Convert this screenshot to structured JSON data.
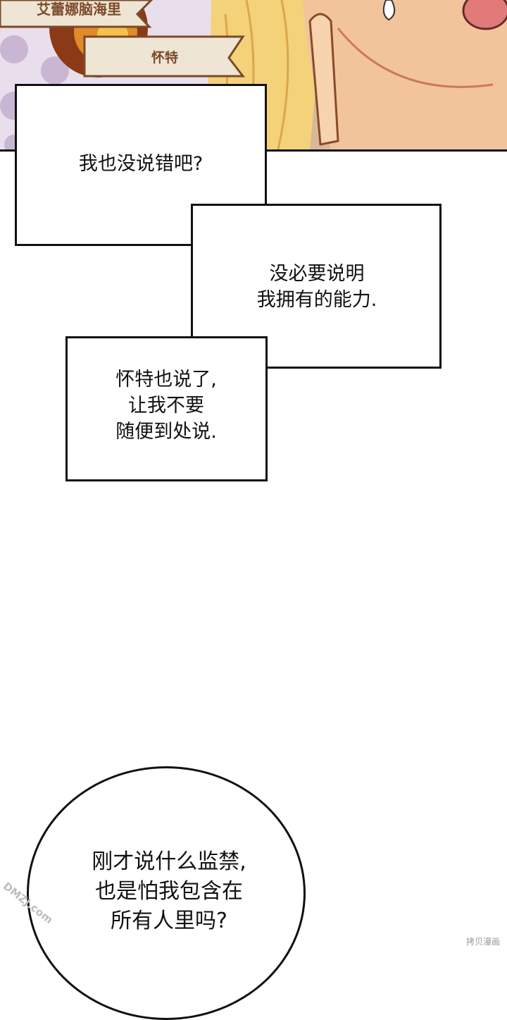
{
  "top_panel": {
    "tag_upper": "艾蕾娜脑海里",
    "tag_lower": "怀特"
  },
  "captions": [
    {
      "lines": [
        "我也没说错吧?"
      ]
    },
    {
      "lines": [
        "没必要说明",
        "我拥有的能力."
      ]
    },
    {
      "lines": [
        "怀特也说了,",
        "让我不要",
        "随便到处说."
      ]
    }
  ],
  "bubble": {
    "lines": [
      "刚才说什么监禁,",
      "也是怕我包含在",
      "所有人里吗?"
    ]
  },
  "watermarks": {
    "left": "DMZJ.com",
    "right": "拷贝漫画"
  },
  "colors": {
    "tag_text": "#7a4a2a",
    "skin": "#f2c49c",
    "hair": "#f3d27a",
    "border": "#111111"
  }
}
